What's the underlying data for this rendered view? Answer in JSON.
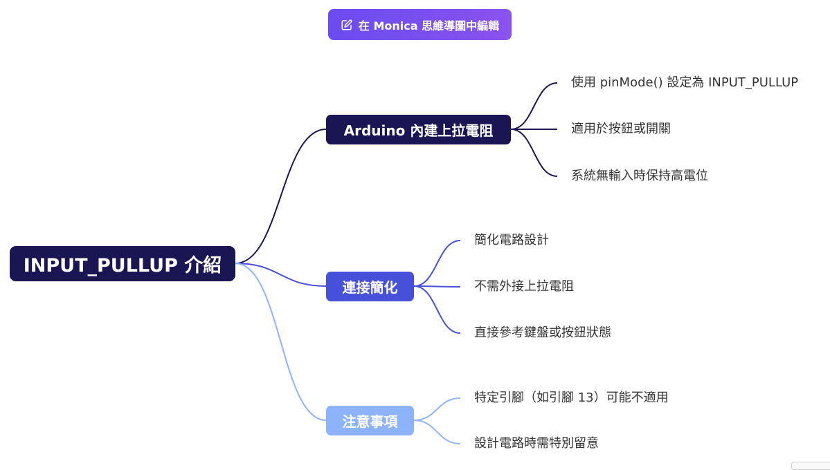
{
  "edit_button": {
    "label": "在 Monica 思維導圖中編輯",
    "icon": "edit-icon"
  },
  "mindmap": {
    "root": "INPUT_PULLUP 介紹",
    "branches": [
      {
        "label": "Arduino 內建上拉電阻",
        "color": "#1a1654",
        "leaves": [
          "使用 pinMode() 設定為 INPUT_PULLUP",
          "適用於按鈕或開關",
          "系統無輸入時保持高電位"
        ]
      },
      {
        "label": "連接簡化",
        "color": "#4650d8",
        "leaves": [
          "簡化電路設計",
          "不需外接上拉電阻",
          "直接參考鍵盤或按鈕狀態"
        ]
      },
      {
        "label": "注意事項",
        "color": "#8db4fb",
        "leaves": [
          "特定引腳（如引腳 13）可能不適用",
          "設計電路時需特別留意"
        ]
      }
    ]
  }
}
